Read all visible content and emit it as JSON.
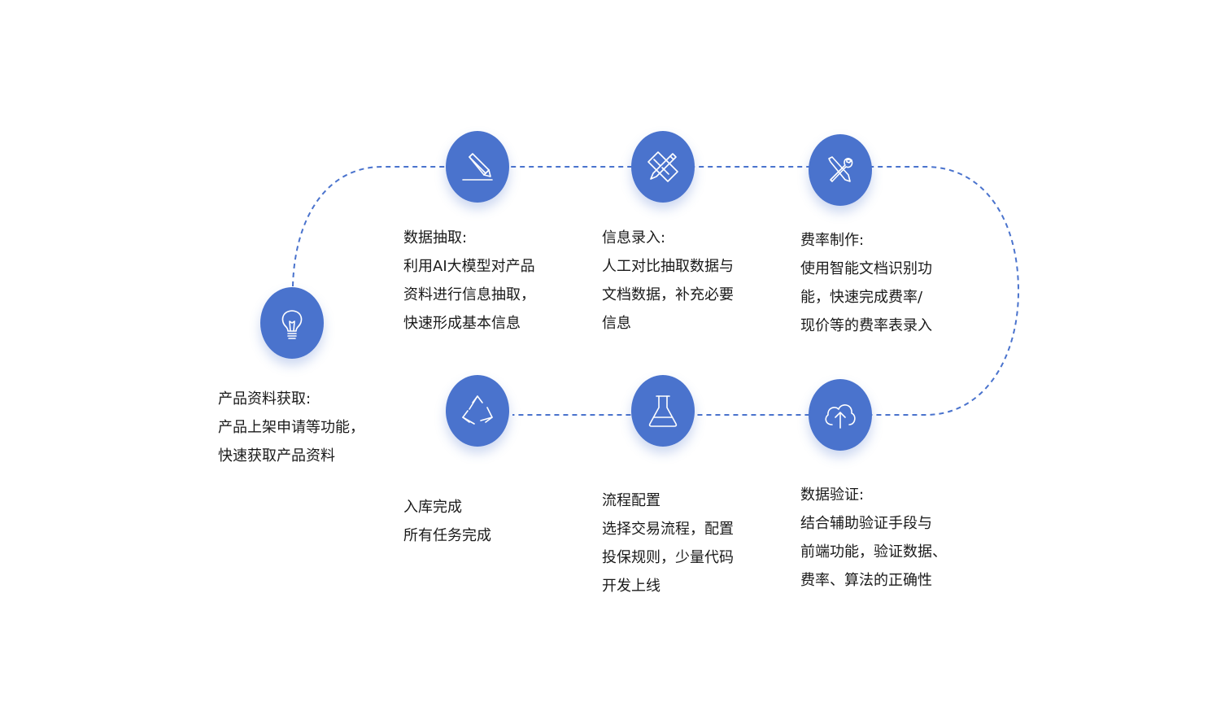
{
  "steps": {
    "acquire": {
      "title": "产品资料获取:",
      "lines": [
        "产品上架申请等功能，",
        "快速获取产品资料"
      ],
      "icon": "lightbulb-icon"
    },
    "extract": {
      "title": "数据抽取:",
      "lines": [
        "利用AI大模型对产品",
        "资料进行信息抽取，",
        "快速形成基本信息"
      ],
      "icon": "pencil-icon"
    },
    "entry": {
      "title": "信息录入:",
      "lines": [
        "人工对比抽取数据与",
        "文档数据，补充必要",
        "信息"
      ],
      "icon": "pencil-ruler-icon"
    },
    "rate": {
      "title": "费率制作:",
      "lines": [
        "使用智能文档识别功",
        "能，快速完成费率/",
        "现价等的费率表录入"
      ],
      "icon": "tools-icon"
    },
    "verify": {
      "title": "数据验证:",
      "lines": [
        "结合辅助验证手段与",
        "前端功能，验证数据、",
        "费率、算法的正确性"
      ],
      "icon": "cloud-upload-icon"
    },
    "config": {
      "title": "流程配置",
      "lines": [
        "选择交易流程，配置",
        "投保规则，少量代码",
        "开发上线"
      ],
      "icon": "flask-icon"
    },
    "done": {
      "title": "入库完成",
      "lines": [
        "所有任务完成"
      ],
      "icon": "recycle-icon"
    }
  },
  "colors": {
    "node": "#4a73cd",
    "path": "#4a73cd",
    "text": "#1a1a1a"
  }
}
